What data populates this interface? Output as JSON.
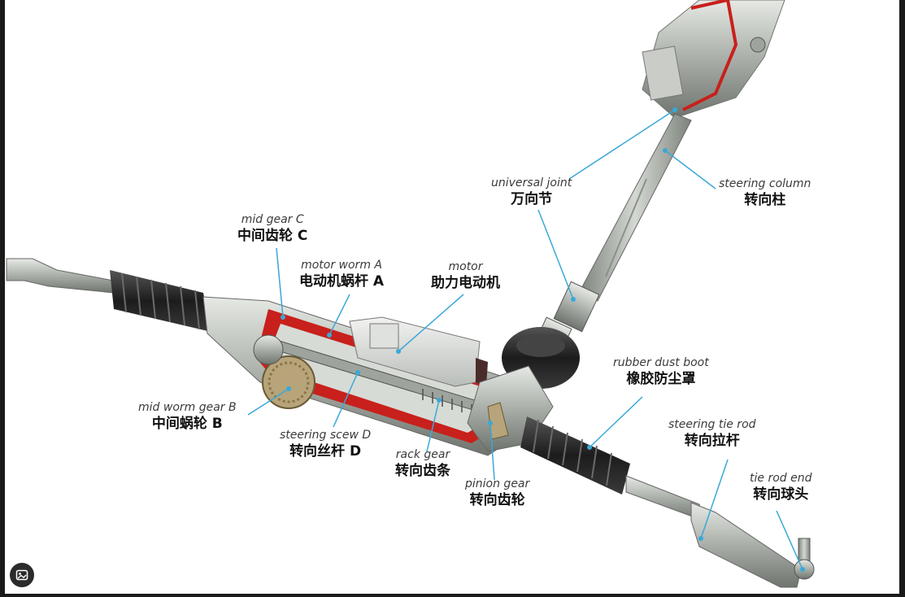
{
  "labels": [
    {
      "id": "mid-gear-c",
      "en": "mid gear C",
      "zh": "中间齿轮 C"
    },
    {
      "id": "motor-worm-a",
      "en": "motor worm A",
      "zh": "电动机蜗杆 A"
    },
    {
      "id": "motor",
      "en": "motor",
      "zh": "助力电动机"
    },
    {
      "id": "universal-joint",
      "en": "universal joint",
      "zh": "万向节"
    },
    {
      "id": "steering-column",
      "en": "steering column",
      "zh": "转向柱"
    },
    {
      "id": "rubber-dust-boot",
      "en": "rubber dust boot",
      "zh": "橡胶防尘罩"
    },
    {
      "id": "steering-tie-rod",
      "en": "steering tie rod",
      "zh": "转向拉杆"
    },
    {
      "id": "tie-rod-end",
      "en": "tie rod end",
      "zh": "转向球头"
    },
    {
      "id": "mid-worm-gear-b",
      "en": "mid worm gear B",
      "zh": "中间蜗轮 B"
    },
    {
      "id": "steering-scew-d",
      "en": "steering scew D",
      "zh": "转向丝杆 D"
    },
    {
      "id": "rack-gear",
      "en": "rack gear",
      "zh": "转向齿条"
    },
    {
      "id": "pinion-gear",
      "en": "pinion gear",
      "zh": "转向齿轮"
    }
  ],
  "colors": {
    "leader": "#3aa8d8",
    "cutaway": "#c8201c",
    "metal": "#aeb4ae",
    "boot": "#2a2a2a"
  },
  "icons": {
    "corner": "image-icon"
  }
}
